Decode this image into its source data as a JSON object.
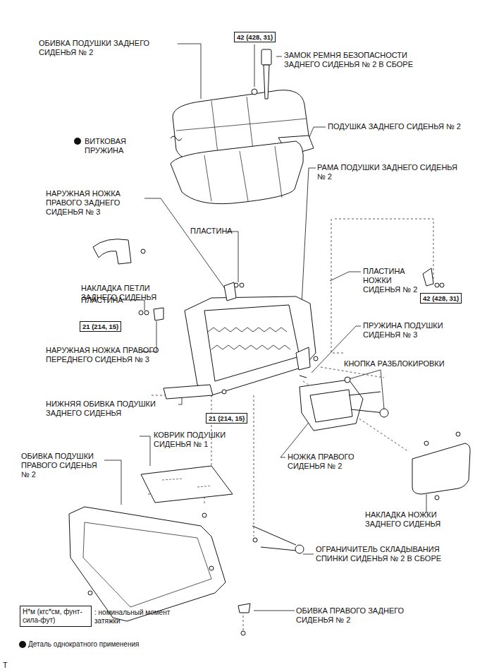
{
  "diagram": {
    "nodes": [
      {
        "text": [
          "42 (428, 31)"
        ]
      },
      {
        "text": [
          "21 (214, 15)"
        ]
      },
      {
        "text": [
          "42 (428, 31)"
        ]
      },
      {
        "text": [
          "21 (214, 15)"
        ]
      },
      {
        "text": [
          "Н*м (кгс*см, фунт-сила-фут)"
        ]
      }
    ],
    "labels": [
      "ОБИВКА ПОДУШКИ ЗАДНЕГО СИДЕНЬЯ № 2",
      "ЗАМОК РЕМНЯ БЕЗОПАСНОСТИ ЗАДНЕГО СИДЕНЬЯ № 2 В СБОРЕ",
      "ВИТКОВАЯ ПРУЖИНА",
      "ПОДУШКА ЗАДНЕГО СИДЕНЬЯ № 2",
      "РАМА ПОДУШКИ ЗАДНЕГО СИДЕНЬЯ № 2",
      "НАРУЖНАЯ НОЖКА ПРАВОГО ЗАДНЕГО СИДЕНЬЯ № 3",
      "ПЛАСТИНА",
      "ПЛАСТИНА НОЖКИ СИДЕНЬЯ № 2",
      "НАКЛАДКА ПЕТЛИ ЗАДНЕГО СИДЕНЬЯ",
      "ПЛАСТИНА",
      "ПРУЖИНА ПОДУШКИ СИДЕНЬЯ № 3",
      "КНОПКА РАЗБЛОКИРОВКИ",
      "НАРУЖНАЯ НОЖКА ПРАВОГО ПЕРЕДНЕГО СИДЕНЬЯ № 3",
      "НИЖНЯЯ ОБИВКА ПОДУШКИ ЗАДНЕГО СИДЕНЬЯ",
      "КОВРИК ПОДУШКИ СИДЕНЬЯ № 1",
      "ОБИВКА ПОДУШКИ ПРАВОГО СИДЕНЬЯ № 2",
      "НОЖКА ПРАВОГО СИДЕНЬЯ № 2",
      "НАКЛАДКА НОЖКИ ЗАДНЕГО СИДЕНЬЯ",
      "ОГРАНИЧИТЕЛЬ СКЛАДЫВАНИЯ СПИНКИ СИДЕНЬЯ № 2 В СБОРЕ",
      "ОБИВКА ПРАВОГО ЗАДНЕГО СИДЕНЬЯ № 2",
      "Т"
    ],
    "legend": [
      {
        "text": ": номинальный момент затяжки"
      },
      {
        "text": "Деталь однократного применения"
      }
    ]
  }
}
